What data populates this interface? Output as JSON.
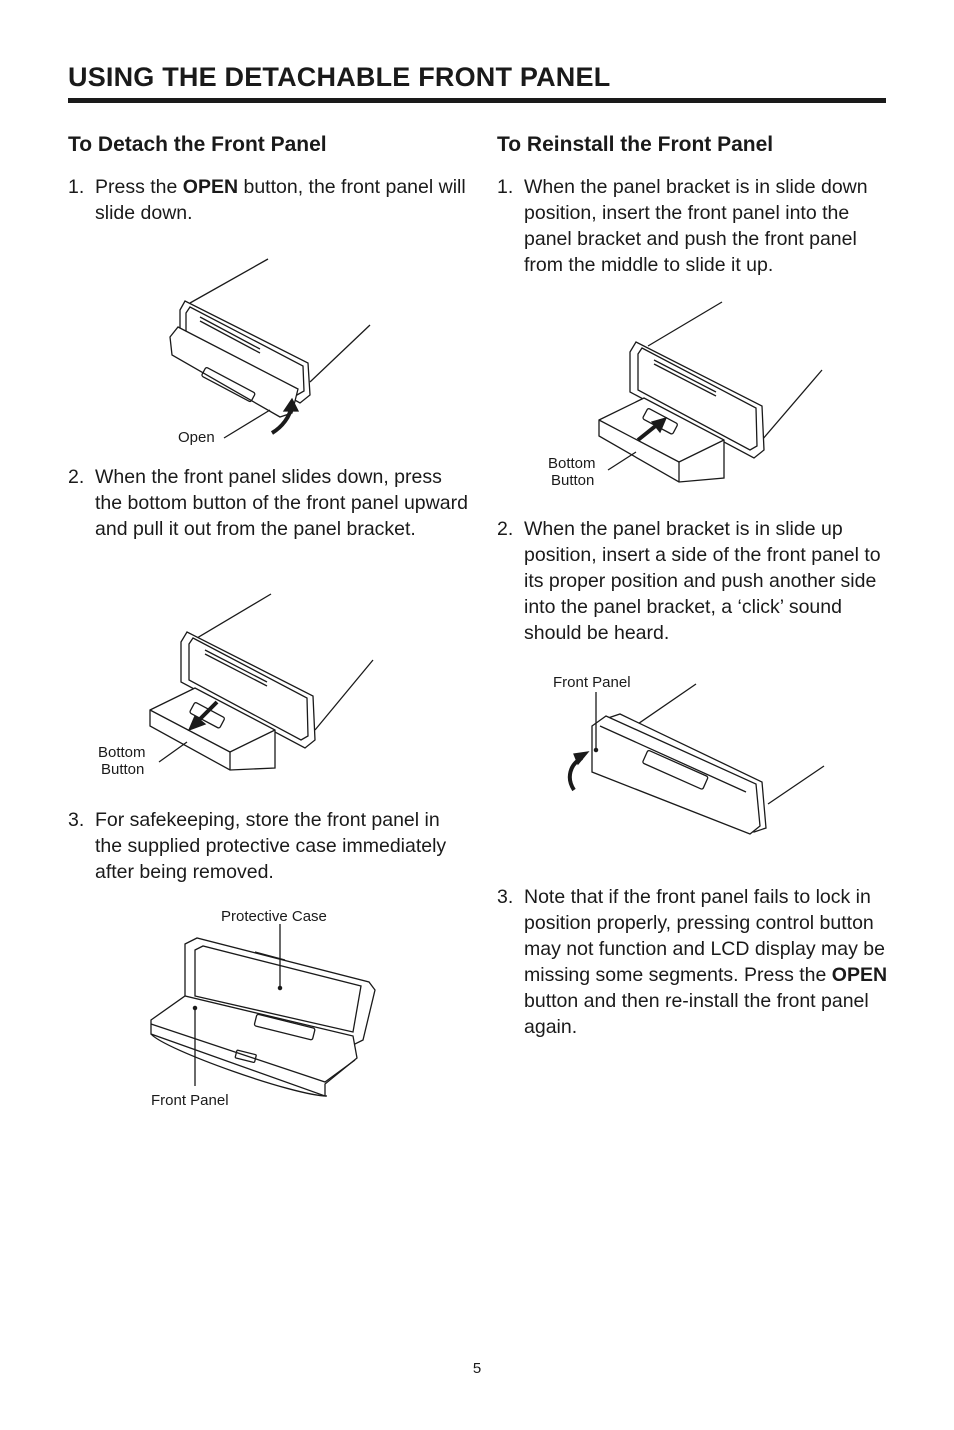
{
  "header": {
    "title": "USING THE DETACHABLE FRONT PANEL"
  },
  "detach": {
    "heading": "To Detach the Front Panel",
    "steps": [
      {
        "num": "1.",
        "parts": [
          "Press the ",
          "OPEN",
          " button, the front panel will slide down."
        ]
      },
      {
        "num": "2.",
        "text": "When the front panel slides down, press the bottom button of the front panel upward and pull it out from the panel bracket."
      },
      {
        "num": "3.",
        "text": "For safekeeping, store the front panel in the supplied protective case immediately after being removed."
      }
    ],
    "figures": {
      "open_label": "Open",
      "bottom_button_label_1": "Bottom",
      "bottom_button_label_2": "Button",
      "protective_case_label": "Protective Case",
      "front_panel_label": "Front Panel"
    }
  },
  "reinstall": {
    "heading": "To Reinstall the Front Panel",
    "steps": [
      {
        "num": "1.",
        "text": "When the panel bracket is in slide down position, insert the front panel into the panel bracket and push the front panel from the middle to slide it up."
      },
      {
        "num": "2.",
        "text": "When the panel bracket is in slide up position, insert a side of the front panel to its proper position and push another side into the panel bracket, a ‘click’ sound should be heard."
      },
      {
        "num": "3.",
        "parts": [
          "Note that if the front panel fails to lock in position properly, pressing control button may not function and LCD display may be missing some segments. Press the ",
          "OPEN",
          " button and then re-install the front panel again."
        ]
      }
    ],
    "figures": {
      "bottom_button_label_1": "Bottom",
      "bottom_button_label_2": "Button",
      "front_panel_label": "Front Panel"
    }
  },
  "footer": {
    "page_number": "5"
  }
}
